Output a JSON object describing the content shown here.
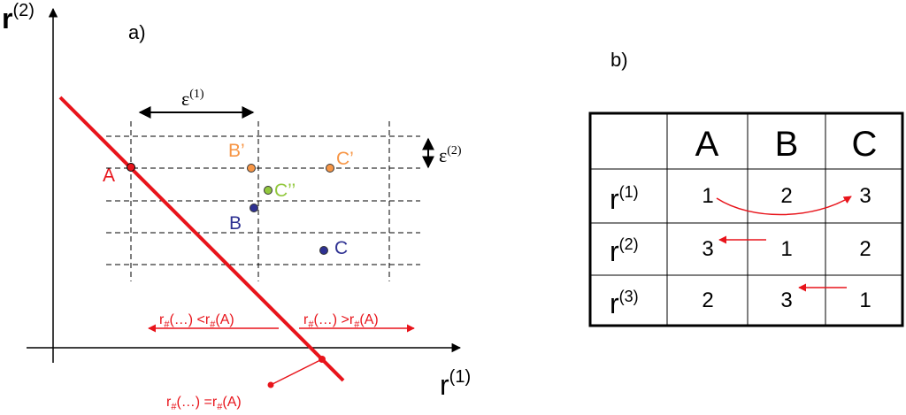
{
  "diagram": {
    "panel_a": {
      "label": "a)",
      "x_axis_label": "r",
      "x_axis_sup": "(1)",
      "y_axis_label": "r",
      "y_axis_sup": "(2)",
      "epsilon1": {
        "symbol": "ε",
        "sup": "(1)"
      },
      "epsilon2": {
        "symbol": "ε",
        "sup": "(2)"
      },
      "points": [
        {
          "label": "A",
          "color": "#e8141b"
        },
        {
          "label": "B’",
          "color": "#f79646"
        },
        {
          "label": "C’",
          "color": "#f79646"
        },
        {
          "label": "C’’",
          "color": "#92c83e"
        },
        {
          "label": "B",
          "color": "#2e3192"
        },
        {
          "label": "C",
          "color": "#2e3192"
        }
      ],
      "annotations": {
        "left": {
          "pre": "r",
          "sub": "#",
          "mid": "(…) <r",
          "sub2": "#",
          "post": "(A)"
        },
        "right": {
          "pre": "r",
          "sub": "#",
          "mid": "(…) >r",
          "sub2": "#",
          "post": "(A)"
        },
        "bottom": {
          "pre": "r",
          "sub": "#",
          "mid": "(…) =r",
          "sub2": "#",
          "post": "(A)"
        }
      },
      "line_color": "#e8141b"
    },
    "panel_b": {
      "label": "b)",
      "columns": [
        "A",
        "B",
        "C"
      ],
      "rows": [
        {
          "label": "r",
          "sup": "(1)",
          "values": [
            "1",
            "2",
            "3"
          ]
        },
        {
          "label": "r",
          "sup": "(2)",
          "values": [
            "3",
            "1",
            "2"
          ]
        },
        {
          "label": "r",
          "sup": "(3)",
          "values": [
            "2",
            "3",
            "1"
          ]
        }
      ],
      "arrow_color": "#e8141b"
    }
  }
}
